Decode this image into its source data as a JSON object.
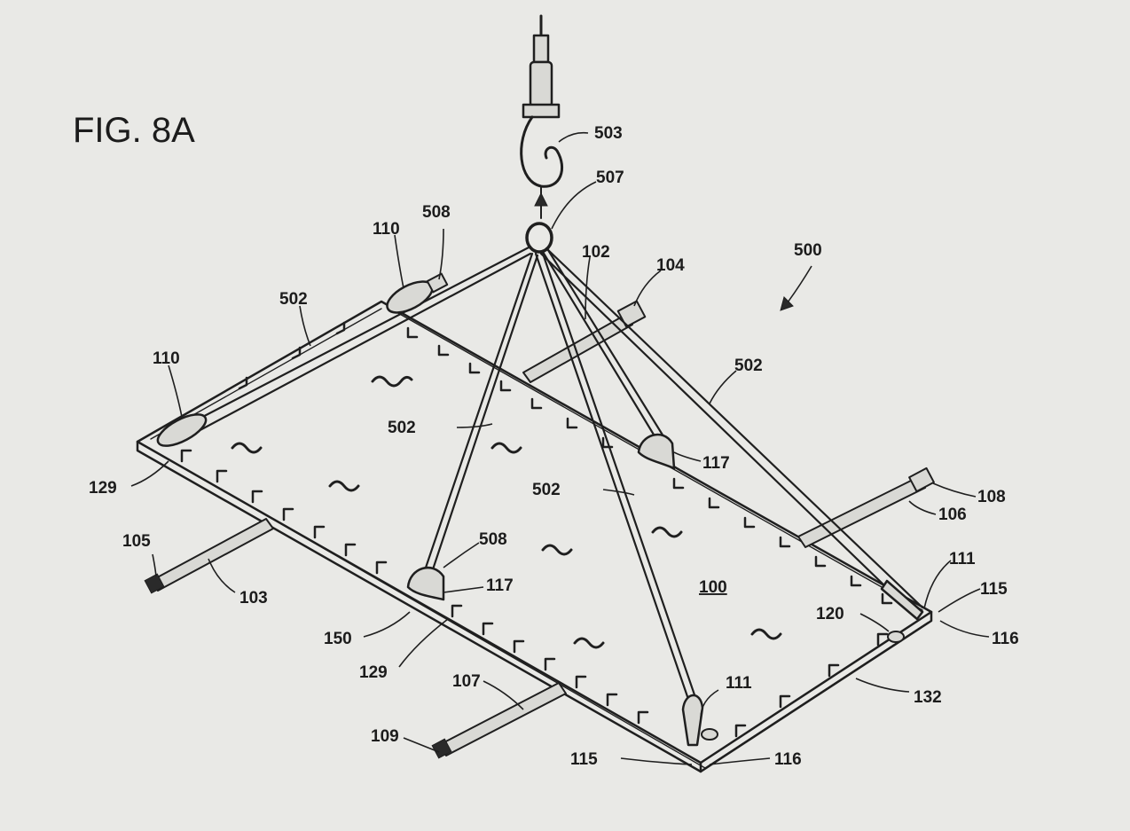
{
  "figure": {
    "title": "FIG. 8A"
  },
  "labels": {
    "l503": "503",
    "l507": "507",
    "l500": "500",
    "l508a": "508",
    "l110a": "110",
    "l102": "102",
    "l104": "104",
    "l502a": "502",
    "l110b": "110",
    "l502b": "502",
    "l502c": "502",
    "l502d": "502",
    "l117a": "117",
    "l129a": "129",
    "l108": "108",
    "l106": "106",
    "l105": "105",
    "l103": "103",
    "l508b": "508",
    "l117b": "117",
    "l111a": "111",
    "l115a": "115",
    "l100": "100",
    "l150": "150",
    "l120": "120",
    "l116a": "116",
    "l129b": "129",
    "l107": "107",
    "l111b": "111",
    "l132": "132",
    "l109": "109",
    "l115b": "115",
    "l116b": "116"
  },
  "colors": {
    "ink": "#1f1f1f",
    "paper": "#e9e9e6"
  }
}
